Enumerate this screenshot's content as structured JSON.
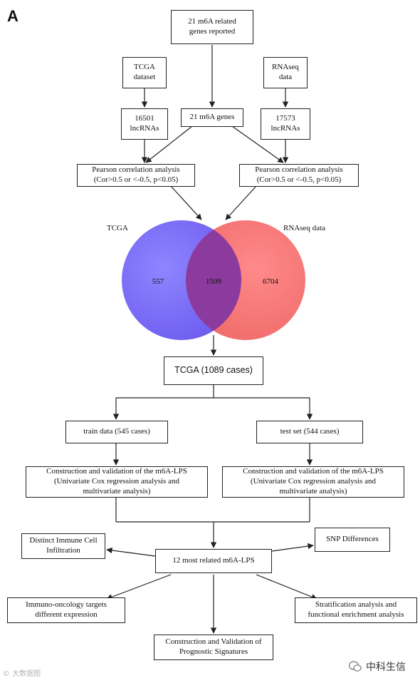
{
  "panel_label": "A",
  "boxes": {
    "genes_reported": "21 m6A related\ngenes reported",
    "tcga_dataset": "TCGA\ndataset",
    "rnaseq_data": "RNAseq\ndata",
    "m6a_genes": "21 m6A genes",
    "lnc_tcga": "16501\nlncRNAs",
    "lnc_rnaseq": "17573\nlncRNAs",
    "pearson_left": "Pearson correlation analysis\n(Cor>0.5 or <-0.5, p<0.05)",
    "pearson_right": "Pearson correlation analysis\n(Cor>0.5 or <-0.5, p<0.05)",
    "tcga_cases": "TCGA (1089 cases)",
    "train_data": "train data (545 cases)",
    "test_set": "test set (544 cases)",
    "construction_left": "Construction and validation of the m6A-LPS\n(Univariate Cox regression analysis      and\nmultivariate analysis)",
    "construction_right": "Construction and validation of the m6A-LPS\n(Univariate Cox regression analysis      and\nmultivariate analysis)",
    "most_related": "12 most related m6A-LPS",
    "immune_infiltration": "Distinct Immune Cell\nInfiltration",
    "snp_differences": "SNP Differences",
    "immuno_oncology": "Immuno-oncology targets\ndifferent expression",
    "stratification": "Stratification analysis and\nfunctional enrichment analysis",
    "prognostic": "Construction and Validation of\nPrognostic Signatures"
  },
  "venn": {
    "left_label": "TCGA",
    "right_label": "RNAseq data",
    "left_only": "557",
    "overlap": "1509",
    "right_only": "6704",
    "left_color": "#7a6cf5",
    "right_color": "#f37576",
    "overlap_color": "#8b3a9e"
  },
  "watermarks": {
    "left": "© 大数据图",
    "right_icon": "wechat-icon",
    "right_text": "中科生信"
  }
}
